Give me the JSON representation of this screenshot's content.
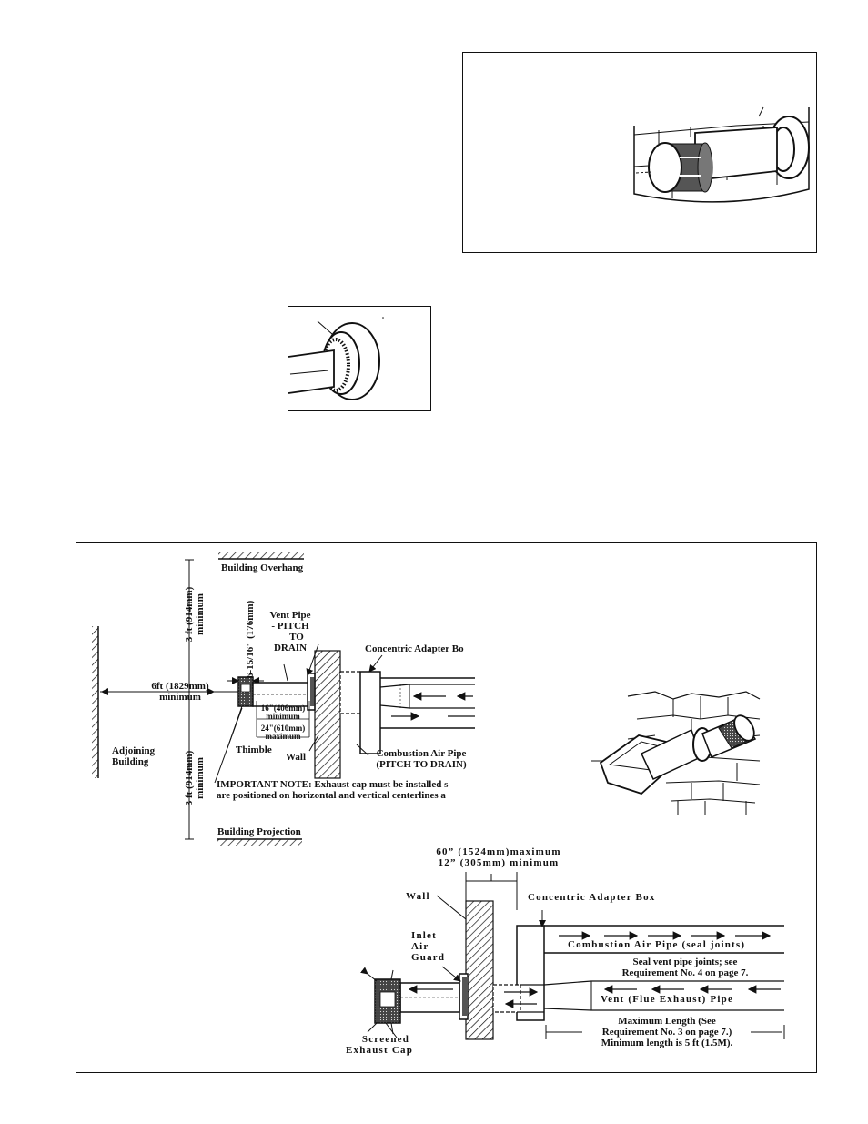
{
  "labels": {
    "building_overhang": "Building Overhang",
    "three_ft_top": "3 ft (914mm)",
    "minimum_top": "minimum",
    "six_15_16": "6-15/16\" (176mm)",
    "vent_pipe": "Vent Pipe",
    "pitch": "- PITCH",
    "to": "TO",
    "drain": "DRAIN",
    "concentric_adapter_top": "Concentric Adapter Bo",
    "six_ft": "6ft (1829mm)",
    "minimum_six": "minimum",
    "sixteen_in": "16\"(406mm)",
    "sixteen_min": "minimum",
    "twentyfour_in": "24\"(610mm)",
    "twentyfour_max": "maximum",
    "adjoining": "Adjoining",
    "building": "Building",
    "thimble": "Thimble",
    "wall_top": "Wall",
    "combustion_air_pipe_top": "Combustion Air Pipe",
    "pitch_to_drain": "(PITCH TO DRAIN)",
    "three_ft_bottom": "3 ft (914mm)",
    "minimum_bottom": "minimum",
    "important_note_1": "IMPORTANT NOTE: Exhaust cap must be installed s",
    "important_note_2": "are positioned on horizontal and vertical centerlines a",
    "building_projection": "Building Projection",
    "sixty_in": "60” (1524mm)maximum",
    "twelve_in": "12” (305mm) minimum",
    "wall_bottom": "Wall",
    "concentric_adapter_bottom": "Concentric Adapter Box",
    "inlet": "Inlet",
    "air": "Air",
    "guard": "Guard",
    "combustion_air_pipe_seal": "Combustion Air Pipe (seal joints)",
    "seal_vent_1": "Seal vent pipe joints; see",
    "seal_vent_2": "Requirement No. 4 on page 7.",
    "vent_flue": "Vent (Flue Exhaust) Pipe",
    "max_length_1": "Maximum Length (See",
    "max_length_2": "Requirement No. 3 on page 7.)",
    "max_length_3": "Minimum length is 5 ft (1.5M).",
    "screened": "Screened",
    "exhaust_cap": "Exhaust Cap"
  }
}
